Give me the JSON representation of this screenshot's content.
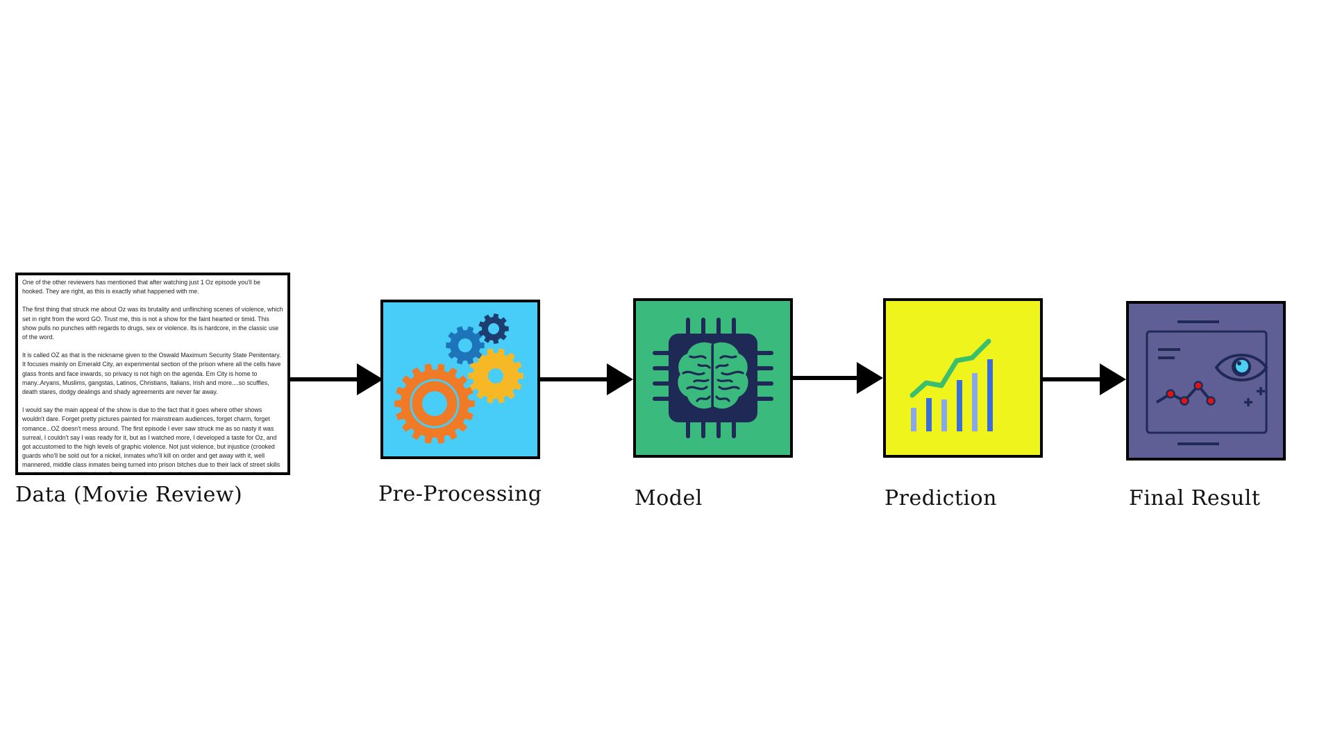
{
  "review": {
    "paragraphs": [
      "One of the other reviewers has mentioned that after watching just 1 Oz episode you'll be hooked. They are right, as this is exactly what happened with me.",
      "The first thing that struck me about Oz was its brutality and unflinching scenes of violence, which set in right from the word GO. Trust me, this is not a show for the faint hearted or timid. This show pulls no punches with regards to drugs, sex or violence. Its is hardcore, in the classic use of the word.",
      "It is called OZ as that is the nickname given to the Oswald Maximum Security State Penitentary. It focuses mainly on Emerald City, an experimental section of the prison where all the cells have glass fronts and face inwards, so privacy is not high on the agenda. Em City is home to many..Aryans, Muslims, gangstas, Latinos, Christians, Italians, Irish and more....so scuffles, death stares, dodgy dealings and shady agreements are never far away.",
      "I would say the main appeal of the show is due to the fact that it goes where other shows wouldn't dare. Forget pretty pictures painted for mainstream audiences, forget charm, forget romance...OZ doesn't mess around. The first episode I ever saw struck me as so nasty it was surreal, I couldn't say I was ready for it, but as I watched more, I developed a taste for Oz, and got accustomed to the high levels of graphic violence. Not just violence, but injustice (crooked guards who'll be sold out for a nickel, inmates who'll kill on order and get away with it, well mannered, middle class inmates being turned into prison bitches due to their lack of street skills or prison experience) Watching Oz, you may become comfortable with what is uncomfortable viewing....thats if you can get in touch with your darker side."
    ]
  },
  "nodes": {
    "data_label": "Data (Movie Review)",
    "preprocessing_label": "Pre-Processing",
    "model_label": "Model",
    "prediction_label": "Prediction",
    "final_label": "Final Result"
  },
  "colors": {
    "preprocessing_bg": "#47cdf7",
    "model_bg": "#3aba7c",
    "prediction_bg": "#eff51c",
    "final_bg": "#5f5f96",
    "gear_orange": "#f07a26",
    "gear_yellow": "#f6b925",
    "gear_blue": "#1e74b8",
    "gear_navy": "#1d3d70",
    "chip_navy": "#1e2a55",
    "brain_green": "#3aba7c",
    "chart_green": "#3cbf6c",
    "bar_blue": "#3b6fd6",
    "bar_light": "#8aa8e8",
    "eye_cyan": "#4bd1f2",
    "dot_red": "#e11414"
  },
  "icons": {
    "preprocessing": "gears-icon",
    "model": "brain-chip-icon",
    "prediction": "growth-chart-icon",
    "final": "analytics-eye-icon"
  }
}
